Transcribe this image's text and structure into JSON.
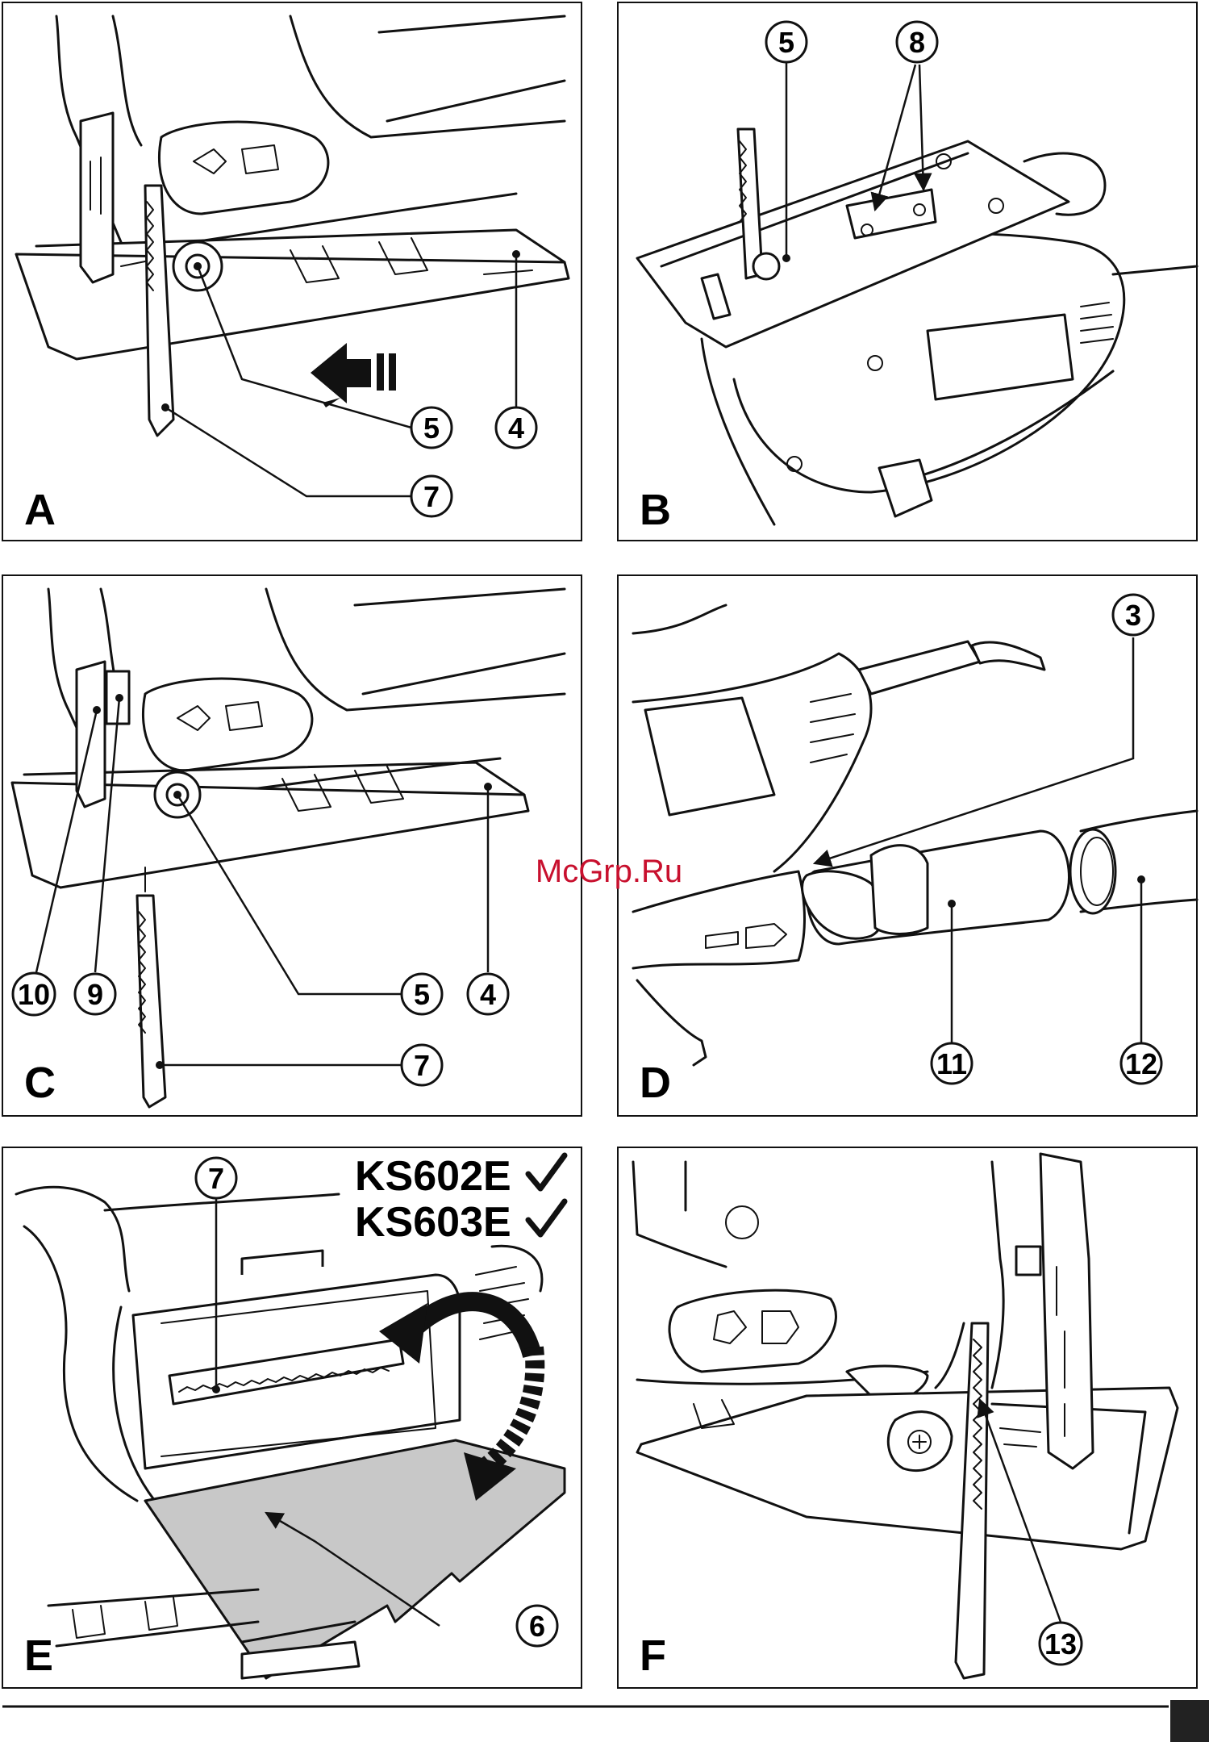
{
  "panels": [
    {
      "letter": "A"
    },
    {
      "letter": "B"
    },
    {
      "letter": "C"
    },
    {
      "letter": "D"
    },
    {
      "letter": "E"
    },
    {
      "letter": "F"
    }
  ],
  "callouts": {
    "a5": "5",
    "a4": "4",
    "a7": "7",
    "b5": "5",
    "b8": "8",
    "c10": "10",
    "c9": "9",
    "c5": "5",
    "c4": "4",
    "c7": "7",
    "d3": "3",
    "d11": "11",
    "d12": "12",
    "e7": "7",
    "e6": "6",
    "f13": "13"
  },
  "models": [
    "KS602E",
    "KS603E"
  ],
  "watermark": "McGrp.Ru",
  "colors": {
    "line": "#111111",
    "shoe_fill": "#c8c8c8",
    "watermark": "#c8102e"
  }
}
